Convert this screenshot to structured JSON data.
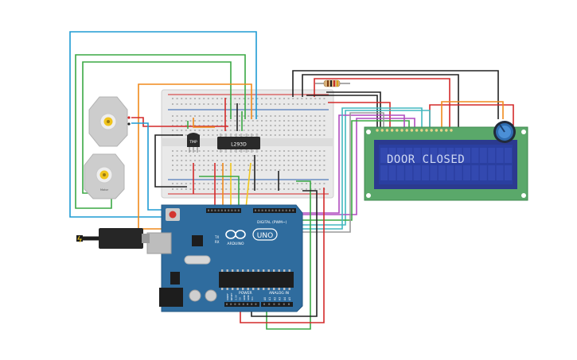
{
  "lcd": {
    "text": "DOOR CLOSED"
  },
  "chips": {
    "driver": "L293D",
    "sensor": "TMP"
  },
  "arduino": {
    "brand": "ARDUINO",
    "model": "UNO",
    "digital_label": "DIGITAL (PWM~)",
    "power_label": "POWER",
    "analog_label": "ANALOG IN",
    "tx": "TX",
    "rx": "RX",
    "power_pins": [
      "IOREF",
      "RESET",
      "3.3V",
      "5V",
      "GND",
      "GND",
      "Vin"
    ],
    "analog_pins": [
      "A0",
      "A1",
      "A2",
      "A3",
      "A4",
      "A5"
    ]
  },
  "motors": {
    "label": "Motor"
  },
  "colors": {
    "wire_red": "#d32a2a",
    "wire_black": "#222222",
    "wire_green": "#3aa844",
    "wire_blue": "#1e9bd4",
    "wire_orange": "#f08a1c",
    "wire_yellow": "#f2c81e",
    "wire_purple": "#b04cc0",
    "wire_teal": "#43b9c0",
    "arduino_blue": "#2f6c9e",
    "lcd_green": "#5aa86a",
    "lcd_screen": "#2a3fa0"
  }
}
